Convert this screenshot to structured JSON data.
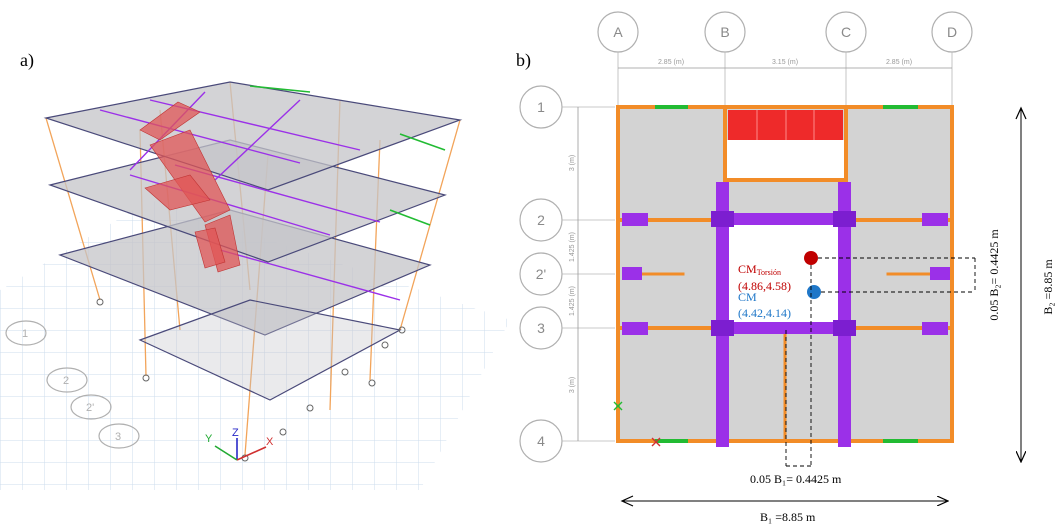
{
  "panel_a": {
    "label": "a)",
    "axis_labels": {
      "x": "X",
      "y": "Y",
      "z": "Z"
    },
    "grid_bubbles": [
      "1",
      "2",
      "2'",
      "3"
    ]
  },
  "panel_b": {
    "label": "b)",
    "column_bubbles": [
      "A",
      "B",
      "C",
      "D"
    ],
    "row_bubbles": [
      "1",
      "2",
      "2'",
      "3",
      "4"
    ],
    "span_dims_x": [
      "2.85 (m)",
      "3.15 (m)",
      "2.85 (m)"
    ],
    "span_dims_y": [
      "3 (m)",
      "1.425 (m)",
      "1.425 (m)",
      "3 (m)"
    ],
    "cm_torsion": {
      "label_main": "CM",
      "label_sub": "Torsión",
      "coords": "(4.86,4.58)",
      "color": "#c00000"
    },
    "cm": {
      "label": "CM",
      "coords": "(4.42,4.14)",
      "color": "#1f77c8"
    },
    "ecc_x": "0.05 B₁= 0.4425 m",
    "ecc_y": "0.05 B₂= 0.4425 m",
    "dim_b1": "B₁ =8.85 m",
    "dim_b2": "B₂ =8.85 m"
  },
  "colors": {
    "beam": "#f28c28",
    "wall": "#9b30e8",
    "slab": "#d3d3d3",
    "red_block": "#ee2a2a",
    "support_green": "#22bb33"
  }
}
